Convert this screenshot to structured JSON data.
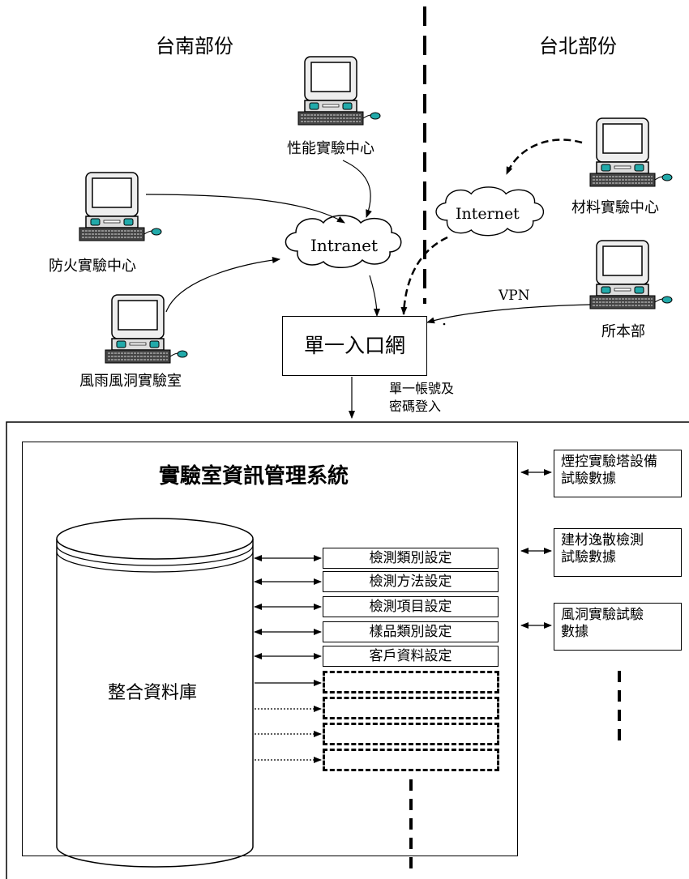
{
  "regions": {
    "tainan": "台南部份",
    "taipei": "台北部份"
  },
  "sites": {
    "performance": "性能實驗中心",
    "fire": "防火實驗中心",
    "wind": "風雨風洞實驗室",
    "materials": "材料實驗中心",
    "hq": "所本部"
  },
  "networks": {
    "intranet": "Intranet",
    "internet": "Internet",
    "vpn": "VPN"
  },
  "portal": {
    "label": "單一入口網",
    "login_line1": "單一帳號及",
    "login_line2": "密碼登入"
  },
  "system": {
    "title": "實驗室資訊管理系統",
    "database": "整合資料庫",
    "configs": [
      "檢測類別設定",
      "檢測方法設定",
      "檢測項目設定",
      "樣品類別設定",
      "客戶資料設定"
    ]
  },
  "external": [
    {
      "line1": "煙控實驗塔設備",
      "line2": "試驗數據"
    },
    {
      "line1": "建材逸散檢測",
      "line2": "試驗數據"
    },
    {
      "line1": "風洞實驗試驗",
      "line2": "數據"
    }
  ]
}
